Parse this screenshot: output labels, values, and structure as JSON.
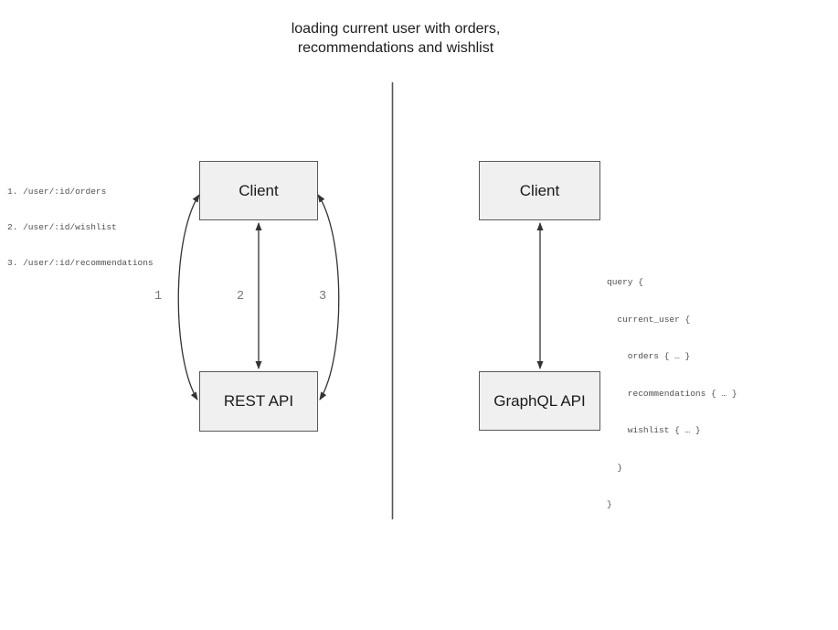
{
  "title": {
    "line1": "loading current user with orders,",
    "line2": "recommendations and wishlist"
  },
  "rest_panel": {
    "client_label": "Client",
    "api_label": "REST API",
    "endpoints": [
      "1. /user/:id/orders",
      "2. /user/:id/wishlist",
      "3. /user/:id/recommendations"
    ],
    "arrow_labels": [
      "1",
      "2",
      "3"
    ]
  },
  "graphql_panel": {
    "client_label": "Client",
    "api_label": "GraphQL API",
    "query_lines": [
      "query {",
      "  current_user {",
      "    orders { … }",
      "    recommendations { … }",
      "    wishlist { … }",
      "  }",
      "}"
    ]
  },
  "colors": {
    "canvas_bg": "#ffffff",
    "box_fill": "#f0f0f0",
    "box_border": "#595959",
    "arrow": "#333333",
    "divider": "#555555",
    "code_text": "#4f4f4f",
    "label_text": "#777777"
  }
}
